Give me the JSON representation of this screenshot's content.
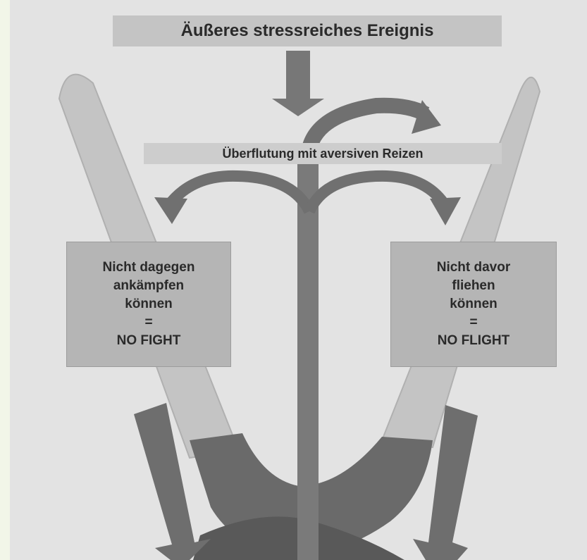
{
  "diagram": {
    "top_label": "Äußeres stressreiches Ereignis",
    "middle_label": "Überflutung mit aversiven Reizen",
    "left_box": {
      "line1": "Nicht dagegen",
      "line2": "ankämpfen",
      "line3": "können",
      "line4": "=",
      "line5": "NO FIGHT"
    },
    "right_box": {
      "line1": "Nicht davor",
      "line2": "fliehen",
      "line3": "können",
      "line4": "=",
      "line5": "NO FLIGHT"
    }
  }
}
